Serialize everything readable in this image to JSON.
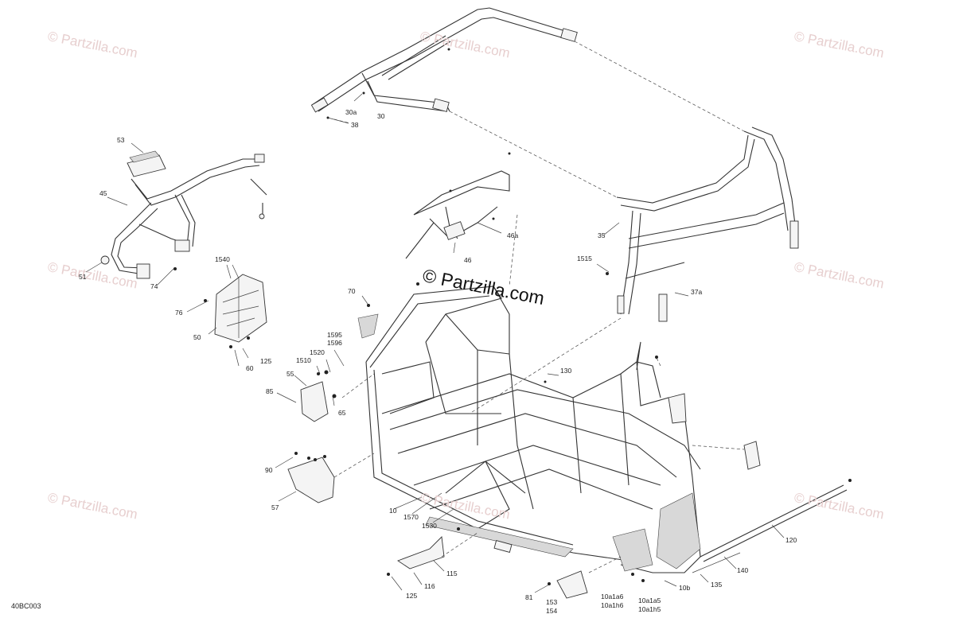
{
  "watermarks": {
    "repeat_text": "© Partzilla.com",
    "center_text": "© Partzilla.com"
  },
  "diagram_code": "40BC003",
  "callouts": [
    {
      "id": "c30a",
      "text": "30a"
    },
    {
      "id": "c30",
      "text": "30"
    },
    {
      "id": "c38",
      "text": "38"
    },
    {
      "id": "c53",
      "text": "53"
    },
    {
      "id": "c45",
      "text": "45"
    },
    {
      "id": "c51",
      "text": "51"
    },
    {
      "id": "c74",
      "text": "74"
    },
    {
      "id": "c1540",
      "text": "1540"
    },
    {
      "id": "c76",
      "text": "76"
    },
    {
      "id": "c50",
      "text": "50"
    },
    {
      "id": "c125a",
      "text": "125"
    },
    {
      "id": "c60",
      "text": "60"
    },
    {
      "id": "c46a",
      "text": "46a"
    },
    {
      "id": "c46",
      "text": "46"
    },
    {
      "id": "c35",
      "text": "35"
    },
    {
      "id": "c1515",
      "text": "1515"
    },
    {
      "id": "c37a",
      "text": "37a"
    },
    {
      "id": "c70",
      "text": "70"
    },
    {
      "id": "c1595",
      "text": "1595"
    },
    {
      "id": "c1596",
      "text": "1596"
    },
    {
      "id": "c1510",
      "text": "1510"
    },
    {
      "id": "c1520",
      "text": "1520"
    },
    {
      "id": "c55",
      "text": "55"
    },
    {
      "id": "c85",
      "text": "85"
    },
    {
      "id": "c65",
      "text": "65"
    },
    {
      "id": "c130",
      "text": "130"
    },
    {
      "id": "c90",
      "text": "90"
    },
    {
      "id": "c57",
      "text": "57"
    },
    {
      "id": "c10",
      "text": "10"
    },
    {
      "id": "c1570",
      "text": "1570"
    },
    {
      "id": "c1530",
      "text": "1530"
    },
    {
      "id": "c115",
      "text": "115"
    },
    {
      "id": "c116",
      "text": "116"
    },
    {
      "id": "c125b",
      "text": "125"
    },
    {
      "id": "c120",
      "text": "120"
    },
    {
      "id": "c140",
      "text": "140"
    },
    {
      "id": "c135",
      "text": "135"
    },
    {
      "id": "c10b",
      "text": "10b"
    },
    {
      "id": "c81",
      "text": "81"
    },
    {
      "id": "c153",
      "text": "153\n154"
    },
    {
      "id": "c10a1a6",
      "text": "10a1a6\n10a1h6"
    },
    {
      "id": "c10a1a5",
      "text": "10a1a5\n10a1h5"
    }
  ]
}
